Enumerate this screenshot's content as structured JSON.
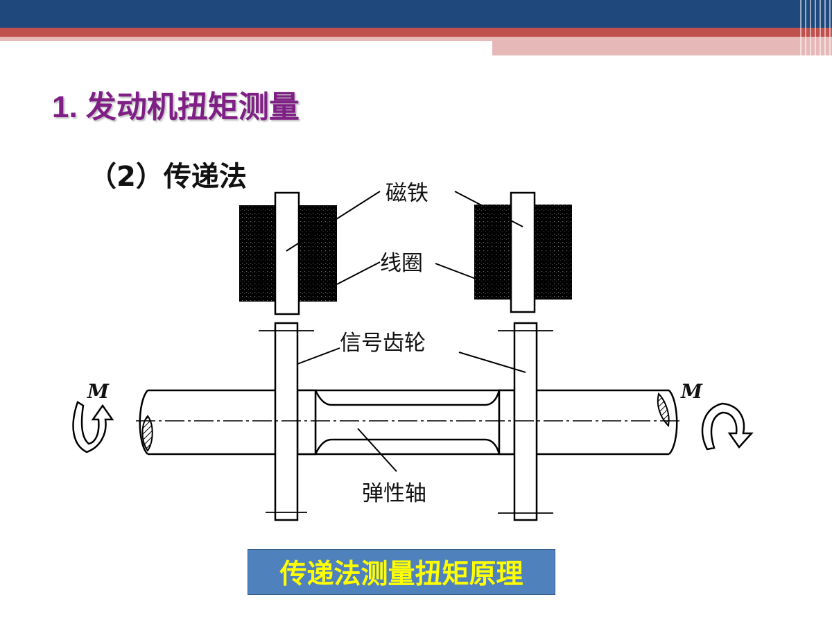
{
  "title": "1. 发动机扭矩测量",
  "subtitle": "（2）传递法",
  "diagram": {
    "labels": {
      "magnet": "磁铁",
      "coil": "线圈",
      "signal_gear": "信号齿轮",
      "elastic_shaft": "弹性轴",
      "torque_left": "M",
      "torque_right": "M"
    }
  },
  "caption": "传递法测量扭矩原理",
  "colors": {
    "title": "#7f1f86",
    "caption_bg": "#4f81bd",
    "caption_text": "#ffff00",
    "header_blue": "#1f497d",
    "header_red": "#c0504d"
  }
}
